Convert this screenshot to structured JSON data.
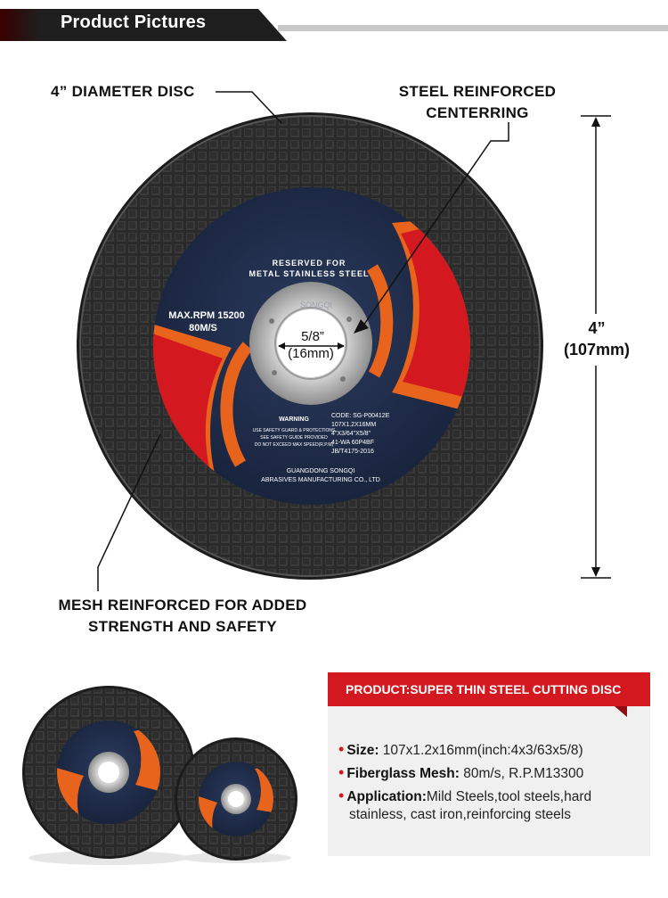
{
  "header": {
    "title": "Product Pictures"
  },
  "callouts": {
    "diameter_disc": "4” DIAMETER DISC",
    "steel_line1": "STEEL REINFORCED",
    "steel_line2": "CENTERRING",
    "mesh_line1": "MESH REINFORCED FOR ADDED",
    "mesh_line2": "STRENGTH AND SAFETY"
  },
  "dimension": {
    "size": "4”",
    "mm": "(107mm)"
  },
  "bore": {
    "inch": "5/8”",
    "mm": "(16mm)"
  },
  "disc_label": {
    "reserved_line1": "RESERVED FOR",
    "reserved_line2": "METAL STAINLESS STEEL",
    "rpm": "MAX.RPM 15200",
    "speed": "80M/S",
    "warning": "WARNING",
    "warning_lines": [
      "USE SAFETY GUARD & PROTECTIONS",
      "SEE SAFETY GUIDE PROVIDED",
      "DO NOT EXCEED MAX SPEED(R.P.M)"
    ],
    "code_lines": [
      "CODE: SG-P00412E",
      "107X1.2X16MM",
      "4\"X3/64\"X5/8\"",
      "41-WA 60P4BF",
      "JB/T4175-2016"
    ],
    "maker_line1": "GUANGDONG SONGQI",
    "maker_line2": "ABRASIVES MANUFACTURING CO., LTD",
    "brand": "SONGQI"
  },
  "product": {
    "heading": "PRODUCT:SUPER THIN STEEL CUTTING DISC",
    "size_label": "Size:",
    "size_value": " 107x1.2x16mm(inch:4x3/63x5/8)",
    "mesh_label": "Fiberglass Mesh:",
    "mesh_value": " 80m/s, R.P.M13300",
    "app_label": "Application:",
    "app_value": "Mild Steels,tool steels,hard",
    "app_value2": "stainless, cast iron,reinforcing steels"
  },
  "colors": {
    "accent": "#d31820",
    "disc": "#2b2b2b",
    "label": "#1f2c4a",
    "orange": "#e8641c"
  }
}
